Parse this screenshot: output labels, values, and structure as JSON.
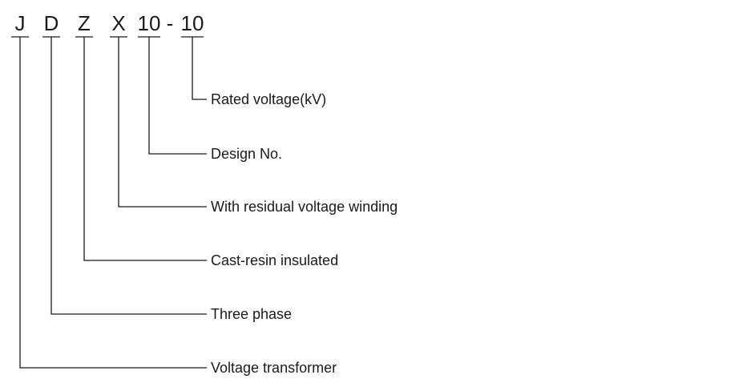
{
  "code": {
    "c1": "J",
    "c2": "D",
    "c3": "Z",
    "c4": "X",
    "c5": "10",
    "sep": "-",
    "c6": "10"
  },
  "legend": {
    "rated_voltage": "Rated voltage(kV)",
    "design_no": "Design No.",
    "residual_winding": "With residual voltage winding",
    "cast_resin": "Cast-resin insulated",
    "three_phase": "Three phase",
    "voltage_transformer": "Voltage transformer"
  }
}
